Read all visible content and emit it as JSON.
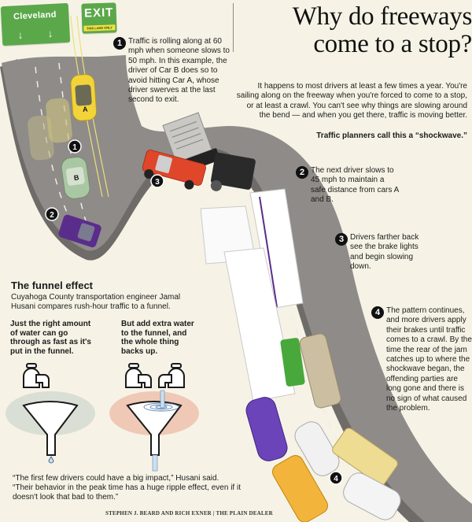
{
  "signs": {
    "cleveland": {
      "label": "Cleveland",
      "arrows": [
        "down-arrow",
        "down-arrow"
      ]
    },
    "exit": {
      "label": "EXIT",
      "tag": "THIS LANE ONLY"
    }
  },
  "headline": {
    "line1": "Why do freeways",
    "line2": "come to a stop?"
  },
  "intro": {
    "text": "It happens to most drivers at least a few times a year. You're sailing along on the freeway when you're forced to come to a stop, or at least a crawl. You can't see why things are slowing around the bend — and when you get there, traffic is moving better.",
    "emphasis": "Traffic planners call this a “shockwave.”"
  },
  "steps": [
    {
      "num": "1",
      "text": "Traffic is rolling along at 60 mph when someone slows to 50 mph. In this example, the driver of Car B does so to avoid hitting Car A, whose driver swerves at the last second to exit."
    },
    {
      "num": "2",
      "text": "The next driver slows to 45 mph to maintain a safe distance from cars A and B."
    },
    {
      "num": "3",
      "text": "Drivers farther back see the brake lights and begin slowing down."
    },
    {
      "num": "4",
      "text": "The pattern continues, and more drivers apply their brakes until traffic comes to a crawl. By the time the rear of the jam catches up to where the shockwave began, the offending parties are long gone and there is no sign of what caused the problem."
    }
  ],
  "illustration": {
    "car_labels": [
      "A",
      "B"
    ],
    "markers": [
      "1",
      "2",
      "3",
      "4"
    ],
    "colors": {
      "road": "#8f8b88",
      "road_side": "#6f6b69",
      "car_a": "#f2d33a",
      "car_b": "#a9c7a3",
      "car_2": "#5a2d8c",
      "truck_3": "#e0462a",
      "sign_green": "#5ba84a"
    }
  },
  "funnel": {
    "title": "The funnel effect",
    "description": "Cuyahoga County transportation engineer Jamal Husani compares rush-hour traffic to a funnel.",
    "left_caption": "Just the right amount of water can go through as fast as it's put in the funnel.",
    "right_caption": "But add extra water to the funnel, and the whole thing backs up.",
    "left_color": "#d9dfd4",
    "right_color": "#efc9b6"
  },
  "quote": "“The first few drivers could have a big impact,” Husani said. “Their behavior in the peak time has a huge ripple effect, even if it doesn't look that bad to them.”",
  "credit": "STEPHEN J. BEARD AND RICH EXNER | THE PLAIN DEALER"
}
